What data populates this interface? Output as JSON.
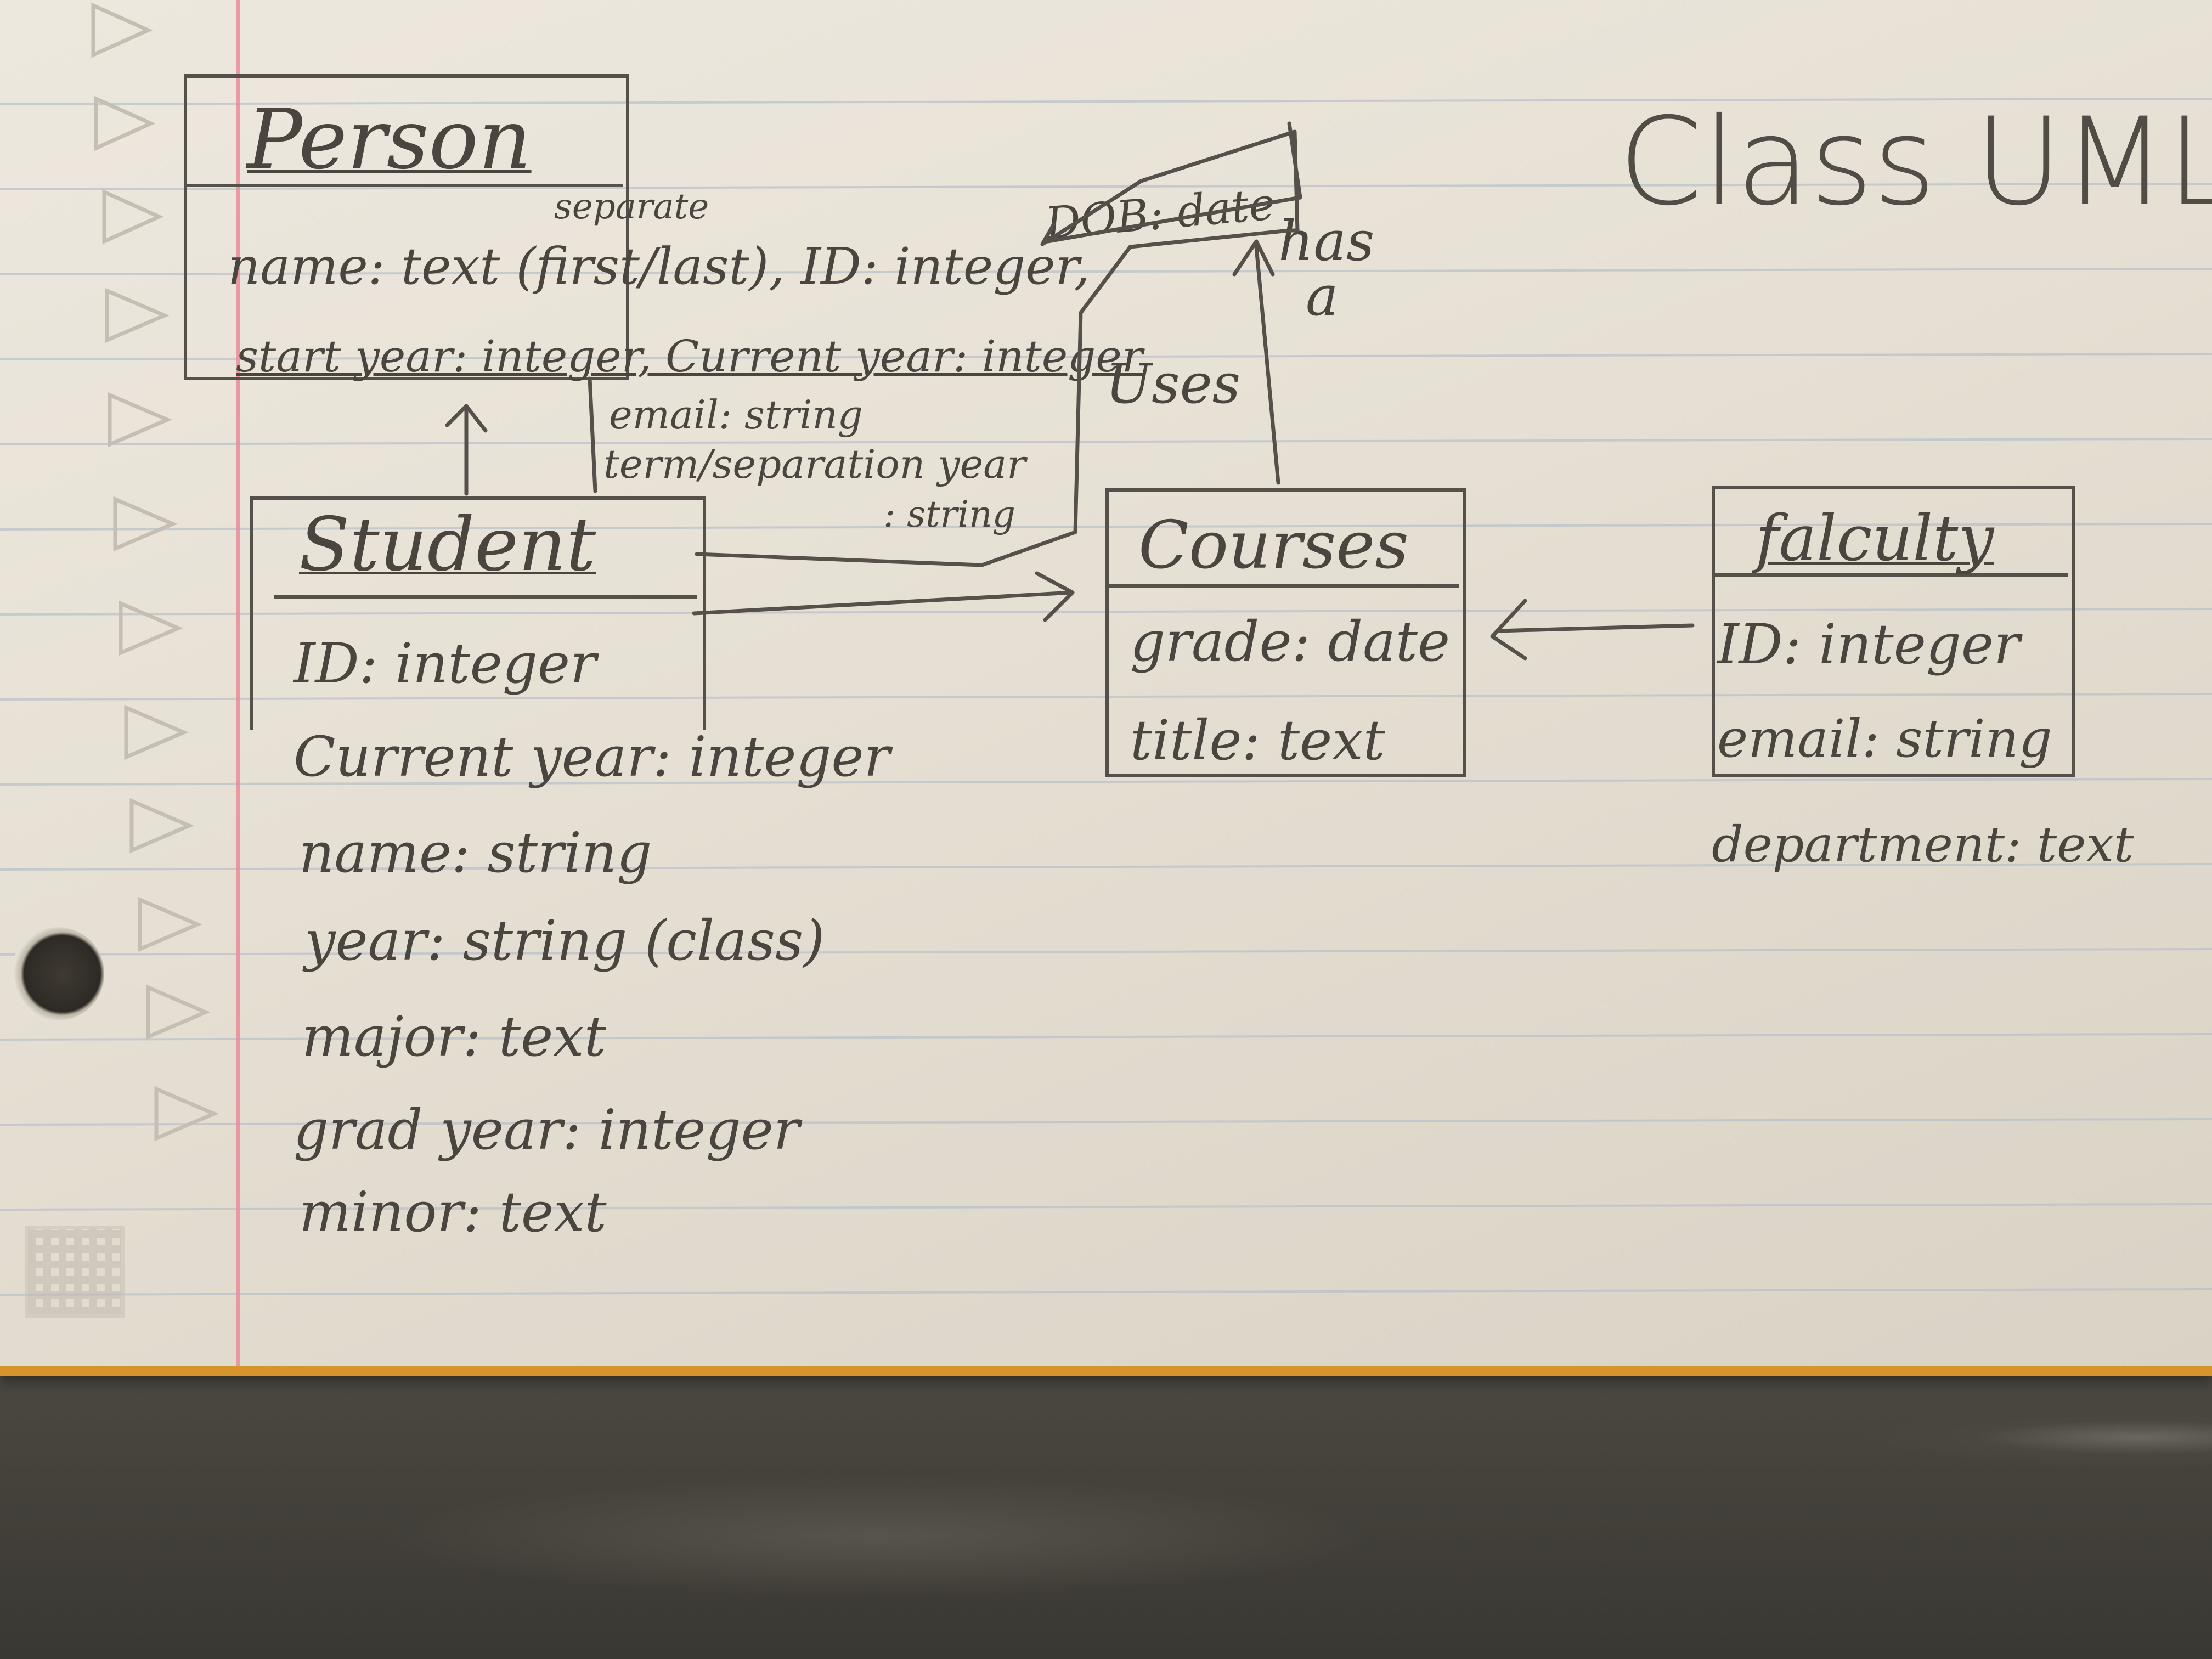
{
  "title": "Class UML",
  "colors": {
    "ink": "#4a463f",
    "paper": "#e9e4d9",
    "margin_line": "#e98c9a",
    "page_edge": "#d5952a"
  },
  "classes": {
    "person": {
      "name": "Person",
      "attr_line1": "name: text (first/last), ID: integer,",
      "note_separate": "separate",
      "dob": "DOB: date",
      "attr_line2": "start year: integer, Current year: integer",
      "email": "email: string",
      "term": "term/separation year",
      "term_type": ": string"
    },
    "student": {
      "name": "Student",
      "attributes": [
        "ID: integer",
        "Current year: integer",
        "name: string",
        "year: string (class)",
        "major: text",
        "grad year: integer",
        "minor: text"
      ]
    },
    "courses": {
      "name": "Courses",
      "attributes": [
        "grade: date",
        "title: text"
      ]
    },
    "faculty": {
      "name": "falculty",
      "attributes": [
        "ID: integer",
        "email: string",
        "department: text"
      ]
    }
  },
  "relations": {
    "uses": "Uses",
    "has_a": [
      "has",
      "a"
    ]
  }
}
